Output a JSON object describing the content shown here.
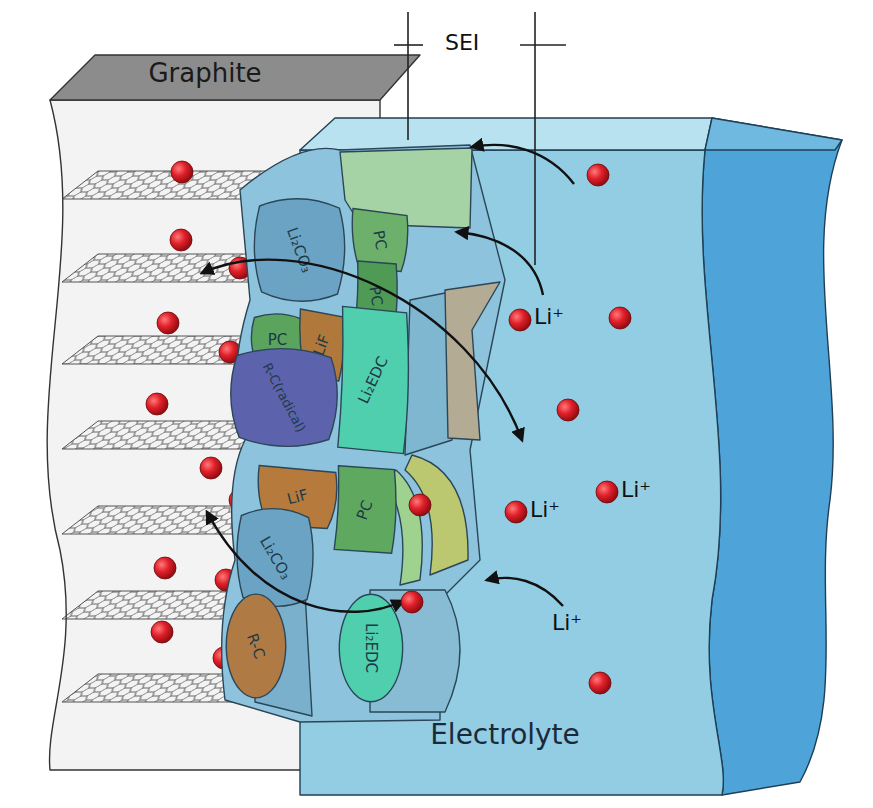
{
  "diagram": {
    "nodes": [
      {
        "text": [
          "Graphite"
        ]
      },
      {
        "text": [
          "Electrolyte"
        ]
      },
      {
        "text": [
          "Li₂CO₃"
        ]
      },
      {
        "text": [
          "PC"
        ]
      },
      {
        "text": [
          "PC"
        ]
      },
      {
        "text": [
          "PC"
        ]
      },
      {
        "text": [
          "LiF"
        ]
      },
      {
        "text": [
          "Li₂EDC"
        ]
      },
      {
        "text": [
          "R-C(radical)"
        ]
      },
      {
        "text": [
          "LiF"
        ]
      },
      {
        "text": [
          "PC"
        ]
      },
      {
        "text": [
          "Li₂CO₃"
        ]
      },
      {
        "text": [
          "R-C"
        ]
      },
      {
        "text": [
          "Li₂EDC"
        ]
      }
    ],
    "labels": [
      "SEI",
      "Li⁺",
      "Li⁺",
      "Li⁺",
      "Li⁺"
    ]
  }
}
